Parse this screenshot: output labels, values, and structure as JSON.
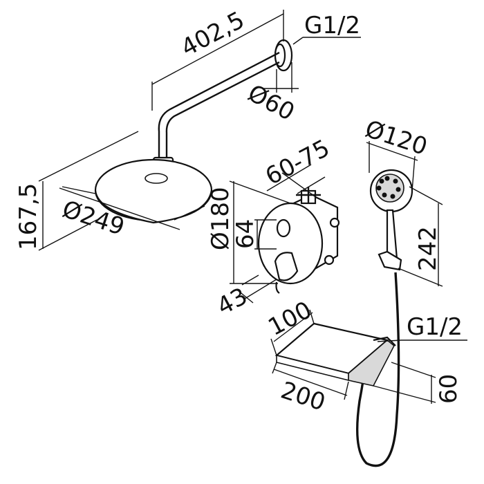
{
  "dimensions": {
    "arm_length": "402,5",
    "arm_thread": "G1/2",
    "flange_diameter": "Ø60",
    "head_height": "167,5",
    "head_diameter": "Ø249",
    "mixer_depth": "60-75",
    "mixer_plate_diameter": "Ø180",
    "mixer_offset": "64",
    "lever_projection": "43",
    "hand_shower_diameter": "Ø120",
    "hand_shower_length": "242",
    "shelf_depth": "100",
    "outlet_thread": "G1/2",
    "shelf_width": "200",
    "shelf_height": "60"
  }
}
